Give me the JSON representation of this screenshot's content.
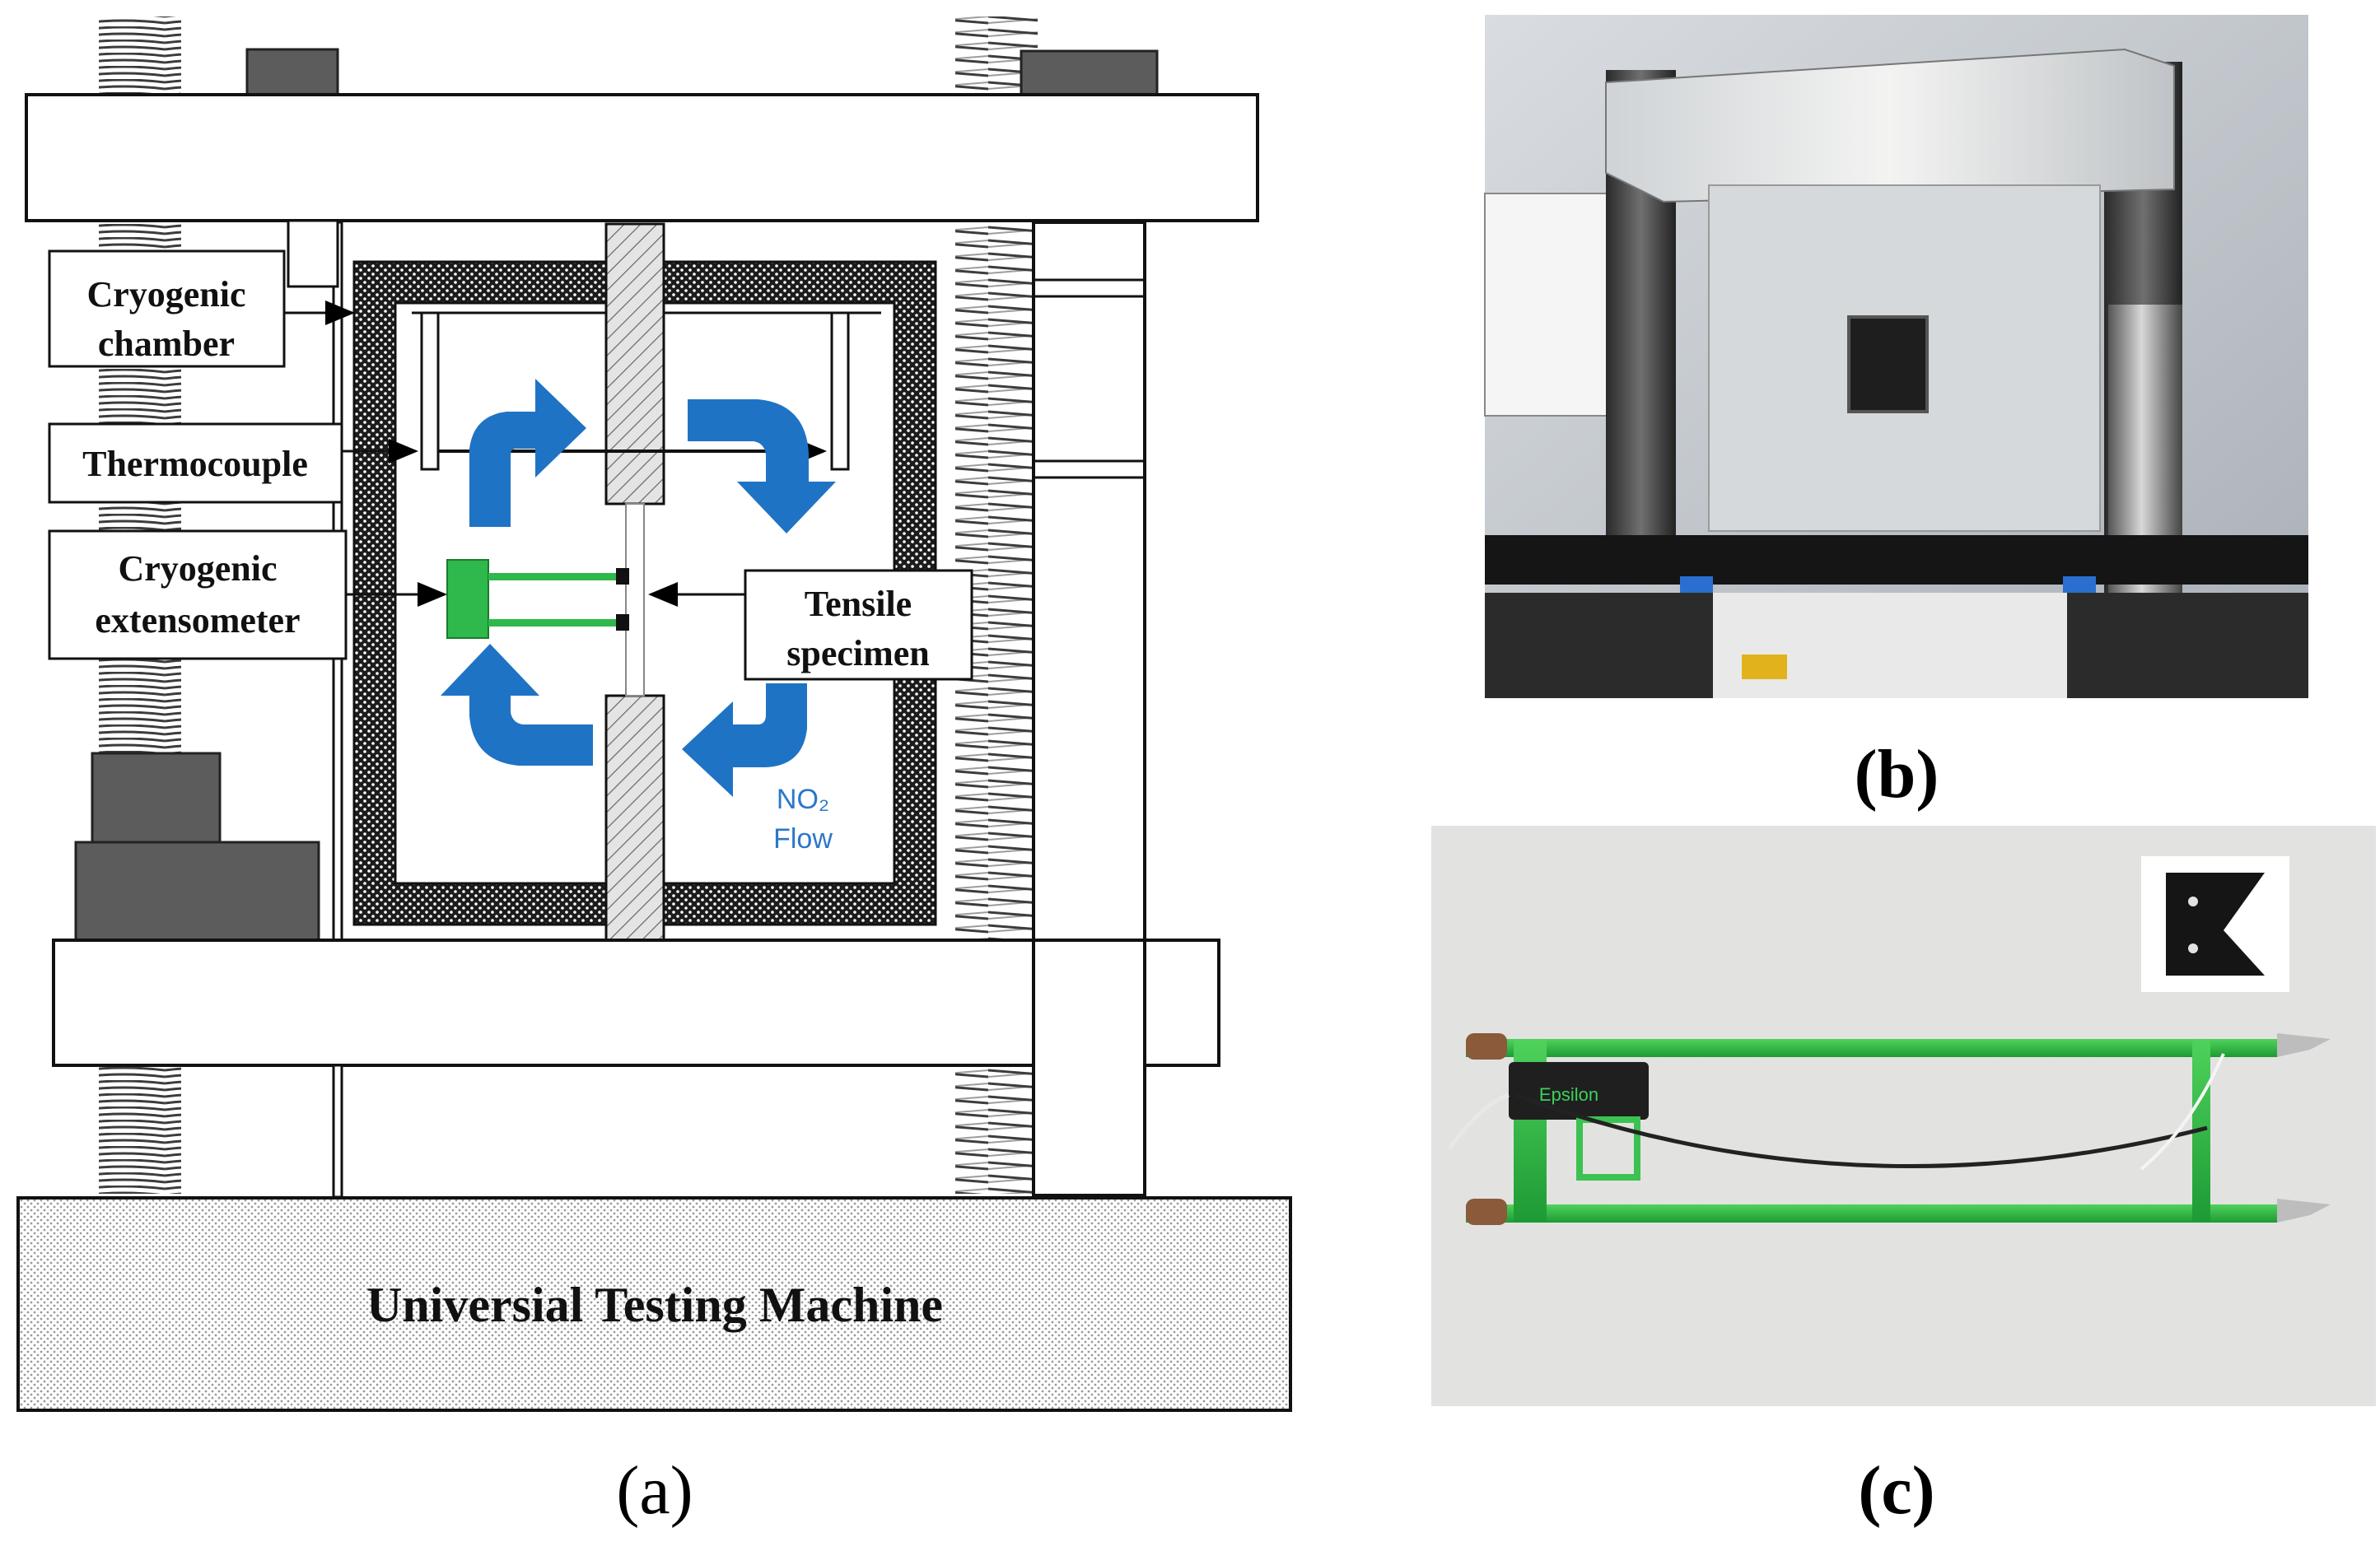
{
  "panel_a": {
    "labels": {
      "chamber_line1": "Cryogenic",
      "chamber_line2": "chamber",
      "thermocouple": "Thermocouple",
      "extensometer_line1": "Cryogenic",
      "extensometer_line2": "extensometer",
      "specimen_line1": "Tensile",
      "specimen_line2": "specimen",
      "flow_line1": "NO₂",
      "flow_line2": "Flow",
      "base": "Universial Testing Machine"
    },
    "caption": "(a)"
  },
  "panel_b": {
    "caption": "(b)",
    "content": "photograph"
  },
  "panel_c": {
    "caption": "(c)",
    "content": "photograph",
    "brand_text": "Epsilon"
  },
  "colors": {
    "flow_arrow": "#1f73c4",
    "extensometer": "#2fb84b",
    "specimen_grip": "#d8d8d8",
    "insulation": "#2a2a2a",
    "spring_dark": "#555555"
  }
}
